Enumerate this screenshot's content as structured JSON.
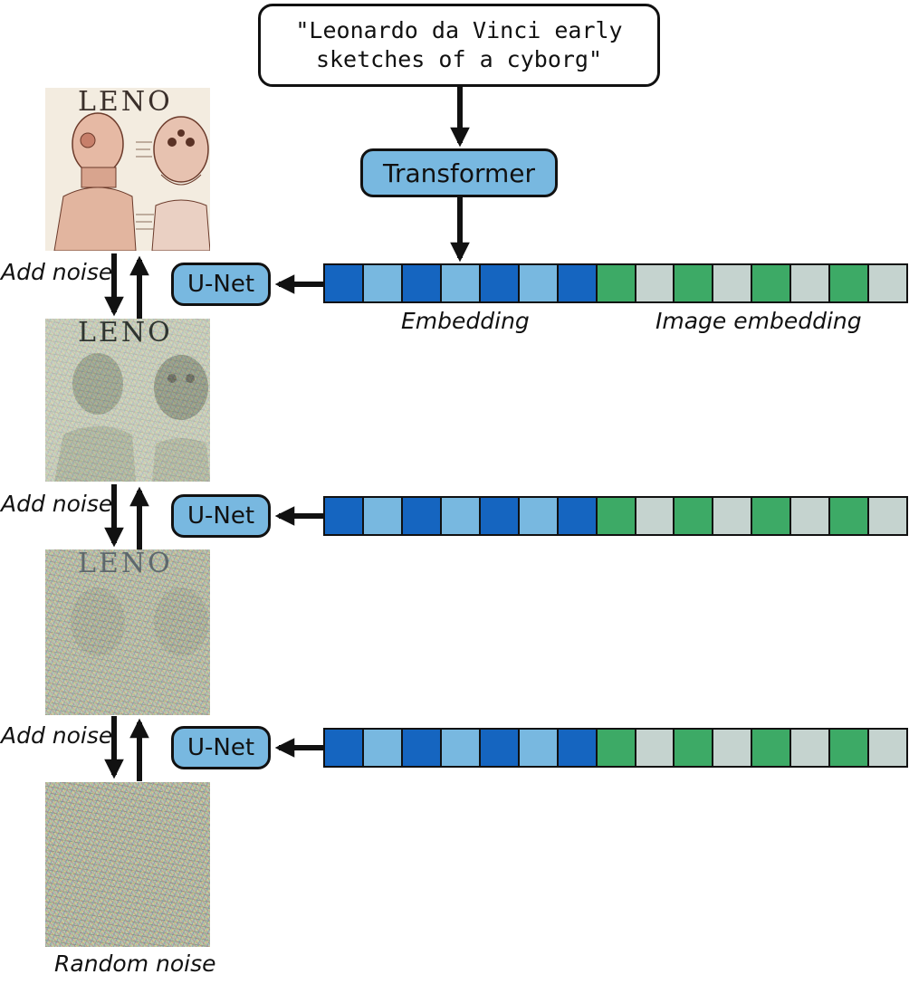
{
  "prompt": {
    "text": "\"Leonardo da Vinci early\nsketches of a cyborg\""
  },
  "transformer": {
    "label": "Transformer"
  },
  "unet": {
    "label": "U-Net"
  },
  "embedding": {
    "label": "Embedding",
    "image_label": "Image embedding",
    "colors": {
      "text_dark": "#1565c0",
      "text_light": "#78b8e0",
      "image_dark": "#3daa66",
      "image_light": "#c5d3cf"
    }
  },
  "steps": {
    "add_noise": "Add noise"
  },
  "images": {
    "leno_title": "LENO",
    "random_noise": "Random noise"
  }
}
